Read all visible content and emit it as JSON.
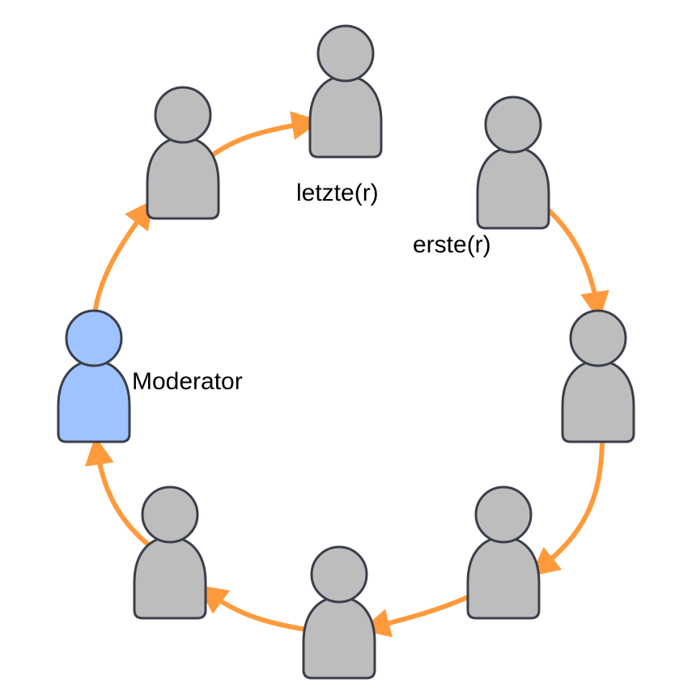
{
  "colors": {
    "person_default": "#bdbdbd",
    "person_moderator": "#9fc3ff",
    "outline": "#3a3f4a",
    "arrow": "#ff9a3c",
    "text": "#000000"
  },
  "labels": {
    "last": "letzte(r)",
    "first": "erste(r)",
    "moderator": "Moderator"
  },
  "people": [
    {
      "id": "moderator",
      "role": "Moderator",
      "label_key": "moderator"
    },
    {
      "id": "person-upper-left",
      "role": "participant"
    },
    {
      "id": "person-last",
      "role": "letzte(r)",
      "label_key": "last"
    },
    {
      "id": "person-first",
      "role": "erste(r)",
      "label_key": "first"
    },
    {
      "id": "person-right",
      "role": "participant"
    },
    {
      "id": "person-lower-right",
      "role": "participant"
    },
    {
      "id": "person-bottom",
      "role": "participant"
    },
    {
      "id": "person-lower-left",
      "role": "participant"
    }
  ],
  "flow_order": [
    "person-first",
    "person-right",
    "person-lower-right",
    "person-bottom",
    "person-lower-left",
    "moderator",
    "person-upper-left",
    "person-last"
  ]
}
